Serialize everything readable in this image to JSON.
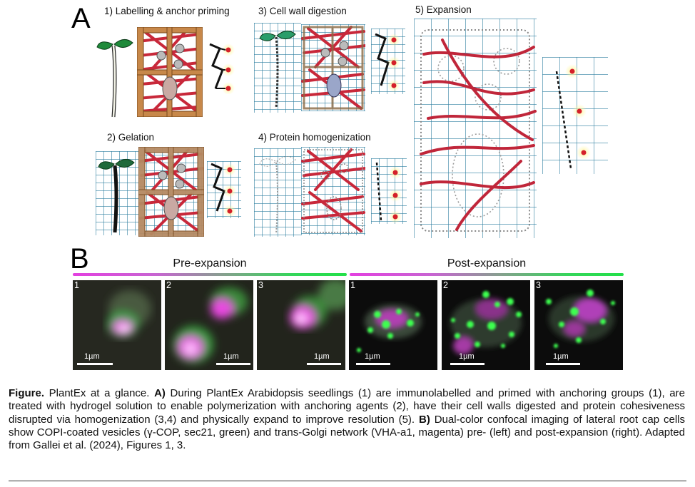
{
  "panel_a": {
    "letter": "A",
    "steps": [
      {
        "label": "1) Labelling & anchor priming"
      },
      {
        "label": "2) Gelation"
      },
      {
        "label": "3) Cell wall digestion"
      },
      {
        "label": "4) Protein homogenization"
      },
      {
        "label": "5) Expansion"
      }
    ]
  },
  "panel_b": {
    "letter": "B",
    "pre_label": "Pre-expansion",
    "post_label": "Post-expansion",
    "scale_label": "1µm",
    "images": [
      {
        "num": "1"
      },
      {
        "num": "2"
      },
      {
        "num": "3"
      },
      {
        "num": "1"
      },
      {
        "num": "2"
      },
      {
        "num": "3"
      }
    ]
  },
  "caption": {
    "fig_label": "Figure.",
    "fig_title": " PlantEx at a glance. ",
    "a_label": "A)",
    "a_text": " During PlantEx Arabidopsis seedlings (1) are immunolabelled and primed with anchoring groups (1), are treated with hydrogel solution to enable polymerization with anchoring agents (2), have their cell walls digested and protein cohesiveness disrupted via homogenization (3,4) and physically expand to improve resolution (5). ",
    "b_label": "B)",
    "b_text": " Dual-color confocal imaging of lateral root cap cells show COPI-coated vesicles (γ-COP, sec21, green) and trans-Golgi network (VHA-a1, magenta) pre- (left) and post-expansion (right). Adapted from Gallei et al. (2024), Figures 1, 3."
  },
  "colors": {
    "wall": "#c7884a",
    "fibre": "#c8283a",
    "gel": "#2e7fa0",
    "green_signal": "#22e048",
    "magenta_signal": "#e33fe0"
  }
}
